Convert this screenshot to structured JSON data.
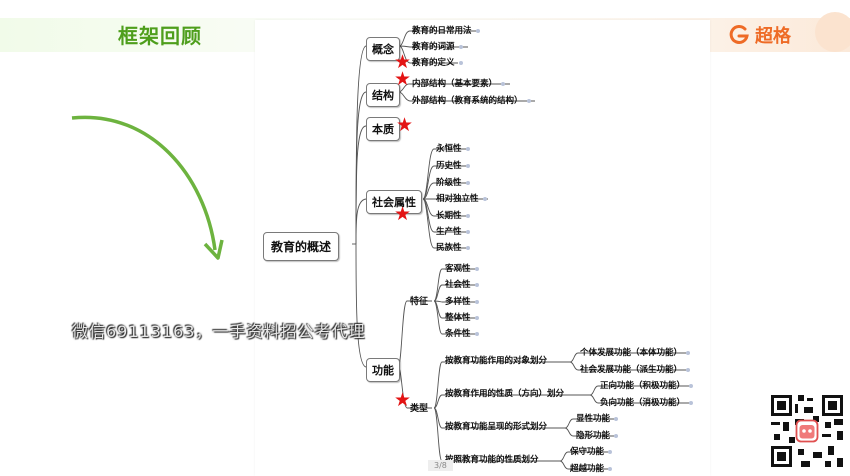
{
  "header": {
    "title": "框架回顾",
    "brand": "超格",
    "brand_color": "#ee6b26",
    "title_color": "#4e9e1c"
  },
  "mindmap": {
    "root": "教育的概述",
    "branches": {
      "concept": {
        "label": "概念",
        "items": [
          "教育的日常用法",
          "教育的词源",
          "教育的定义"
        ]
      },
      "structure": {
        "label": "结构",
        "items": [
          "内部结构（基本要素）",
          "外部结构（教育系统的结构）"
        ]
      },
      "essence": {
        "label": "本质"
      },
      "social": {
        "label": "社会属性",
        "items": [
          "永恒性",
          "历史性",
          "阶级性",
          "相对独立性",
          "长期性",
          "生产性",
          "民族性"
        ]
      },
      "function": {
        "label": "功能",
        "features": {
          "label": "特征",
          "items": [
            "客观性",
            "社会性",
            "多样性",
            "整体性",
            "条件性"
          ]
        },
        "types": {
          "label": "类型",
          "groups": [
            {
              "label": "按教育功能作用的对象划分",
              "items": [
                "个体发展功能（本体功能）",
                "社会发展功能（派生功能）"
              ]
            },
            {
              "label": "按教育作用的性质（方向）划分",
              "items": [
                "正向功能（积极功能）",
                "负向功能（消极功能）"
              ]
            },
            {
              "label": "按教育功能呈现的形式划分",
              "items": [
                "显性功能",
                "隐形功能"
              ]
            },
            {
              "label": "按照教育功能的性质划分",
              "items": [
                "保守功能",
                "超越功能"
              ]
            }
          ]
        }
      }
    },
    "star_color": "#e31414",
    "star_glyph": "★"
  },
  "overlay": {
    "watermark": "微信69113163，一手资料招公考代理",
    "page_number": "3/8"
  },
  "arrow_color": "#6db33f"
}
